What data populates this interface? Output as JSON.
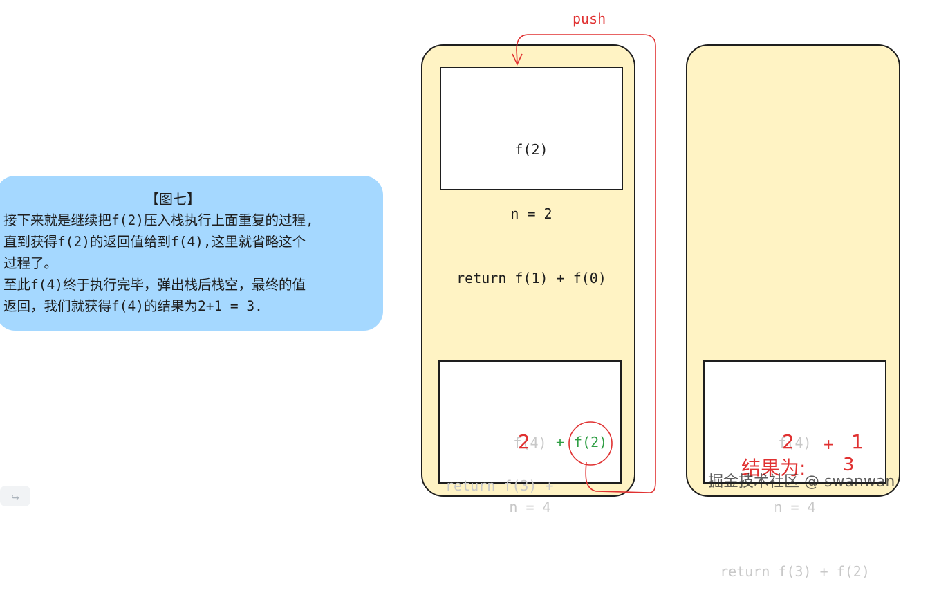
{
  "note": {
    "title": "【图七】",
    "lines": [
      "接下来就是继续把f(2)压入栈执行上面重复的过程,",
      "直到获得f(2)的返回值给到f(4),这里就省略这个",
      "过程了。",
      "至此f(4)终于执行完毕，弹出栈后栈空，最终的值",
      "返回，我们就获得f(4)的结果为2+1 = 3."
    ]
  },
  "push_label": "push",
  "left_stack": {
    "top_frame": {
      "lines": [
        "f(2)",
        "n = 2",
        "return f(1) + f(0)"
      ]
    },
    "bottom_frame": {
      "line1": "f(4)",
      "line2": "n = 4",
      "line3_prefix": "return f(3) + ",
      "highlight": "f(2)",
      "overlay_value": "2",
      "plus": "+"
    }
  },
  "right_stack": {
    "bottom_frame": {
      "line1": "f(4)",
      "line2": "n = 4",
      "line3": "return f(3) + f(2)",
      "overlay_left": "2",
      "plus": "+",
      "overlay_right": "1",
      "result_label": "结果为:",
      "result_value": "3"
    }
  },
  "watermark": "掘金技术社区 @ swanwan",
  "corner_icon": "share-icon",
  "colors": {
    "note_bg": "#a5d8ff",
    "stack_bg": "#fff3c4",
    "accent_red": "#e03131",
    "accent_green": "#2f9e44"
  }
}
